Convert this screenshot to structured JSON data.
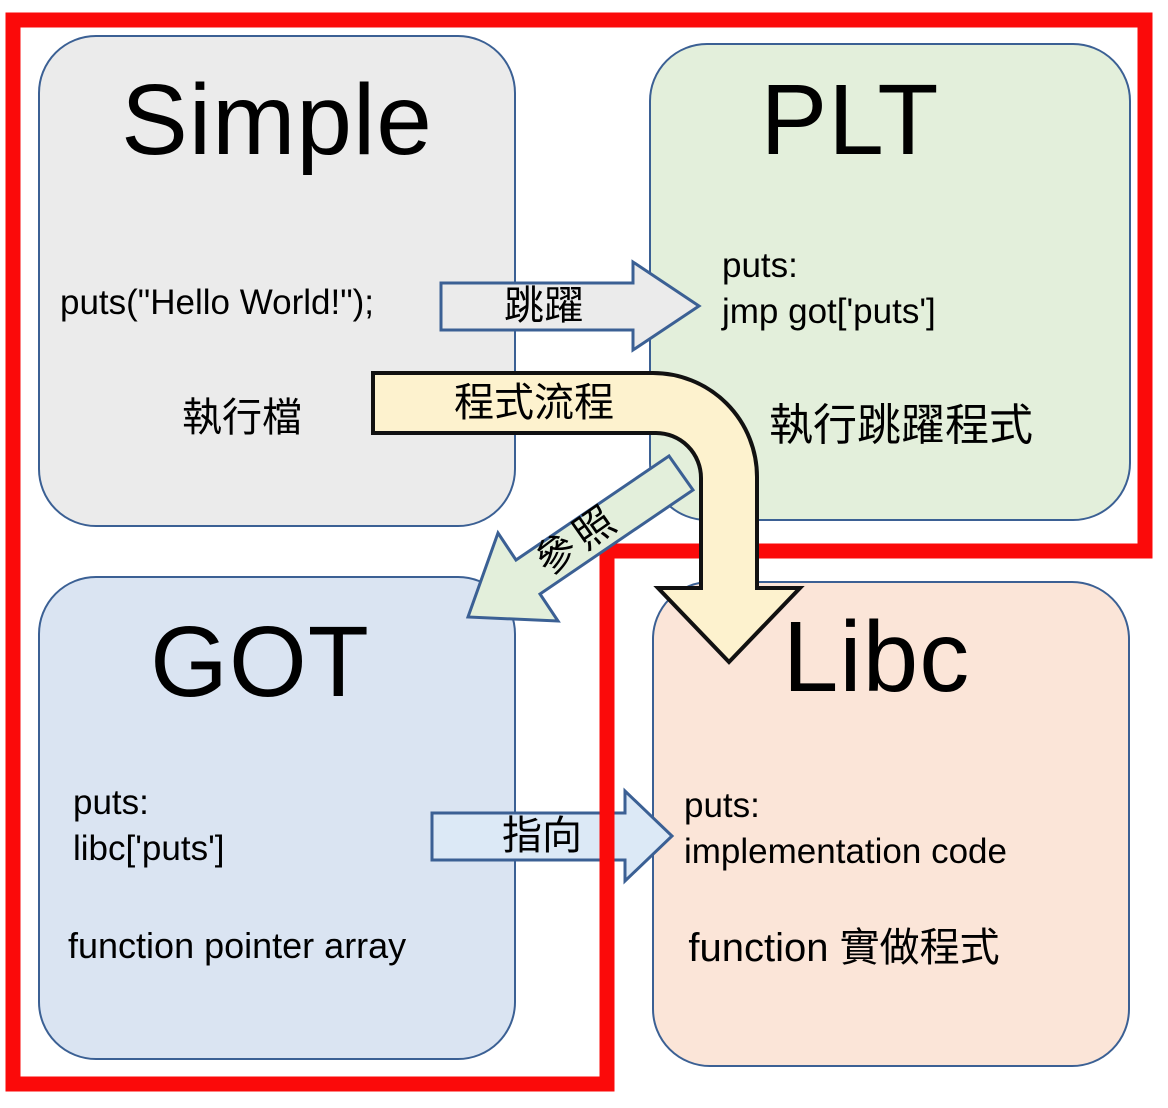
{
  "colors": {
    "canvas-bg": "#ffffff",
    "outline-blue": "#3b6094",
    "box-gray": "#ebebeb",
    "box-green": "#e3efdb",
    "box-blue": "#dae4f2",
    "box-peach": "#fbe5d8",
    "arrow-gray": "#ebebeb",
    "arrow-lightblue": "#dce9f6",
    "arrow-green": "#e3efdb",
    "arrow-cream": "#fdf2ce",
    "arrow-outline-black": "#111111",
    "highlight-red": "#fb0a0a",
    "text-black": "#000000"
  },
  "boxes": {
    "simple": {
      "title": "Simple",
      "code": "puts(\"Hello World!\");",
      "caption": "執行檔"
    },
    "plt": {
      "title": "PLT",
      "code_line1": "puts:",
      "code_line2": "jmp got['puts']",
      "caption": "執行跳躍程式"
    },
    "got": {
      "title": "GOT",
      "code_line1": "puts:",
      "code_line2": "libc['puts']",
      "caption": "function pointer array"
    },
    "libc": {
      "title": "Libc",
      "code_line1": "puts:",
      "code_line2": "implementation code",
      "caption": "function 實做程式"
    }
  },
  "arrows": {
    "jump": {
      "label": "跳躍"
    },
    "program_flow": {
      "label": "程式流程"
    },
    "reference": {
      "label": "參照"
    },
    "points_to": {
      "label": "指向"
    }
  }
}
